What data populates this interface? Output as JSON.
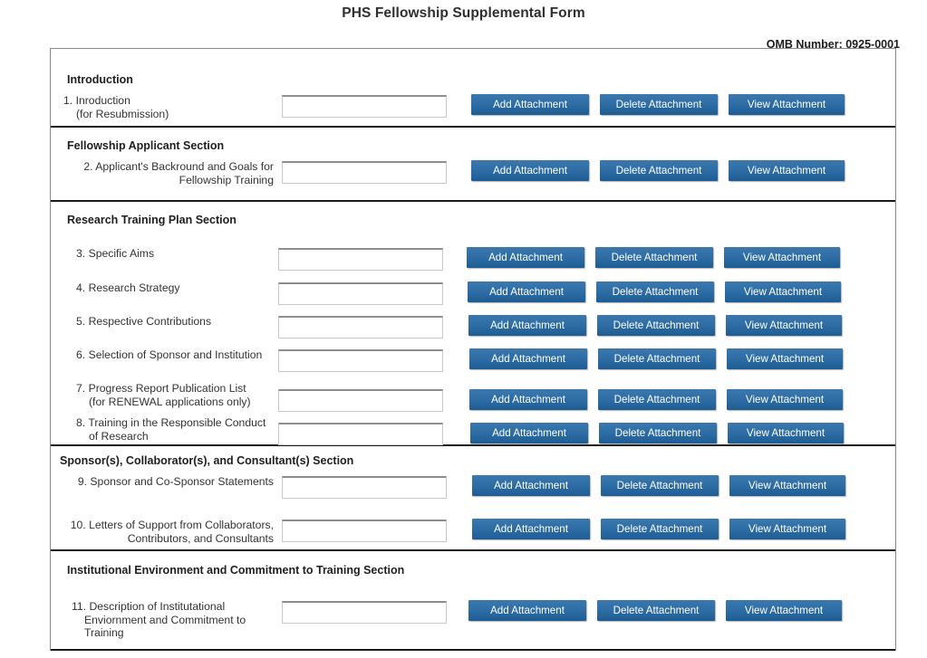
{
  "header": {
    "title": "PHS Fellowship Supplemental Form",
    "omb": "OMB Number: 0925-0001"
  },
  "buttons": {
    "add": "Add Attachment",
    "delete": "Delete Attachment",
    "view": "View Attachment"
  },
  "colors": {
    "button_top": "#3b78ad",
    "button_bottom": "#1d5d94",
    "button_text": "#ffffff",
    "divider": "#1a1a1a",
    "frame_border": "#8a8a8a",
    "field_border": "#c9c9c9",
    "field_border_top": "#8e8e8e",
    "text": "#333333"
  },
  "sections": [
    {
      "title": "Introduction",
      "rows": [
        {
          "number": "1.",
          "line1": "Inroduction",
          "line2": "(for Resubmission)",
          "line3": "",
          "field_value": ""
        }
      ]
    },
    {
      "title": "Fellowship Applicant Section",
      "rows": [
        {
          "number": "2.",
          "line1": "Applicant's Backround and Goals for",
          "line2": "Fellowship Training",
          "line3": "",
          "field_value": ""
        }
      ]
    },
    {
      "title": "Research Training Plan Section",
      "rows": [
        {
          "number": "3.",
          "line1": "Specific Aims",
          "line2": "",
          "line3": "",
          "field_value": ""
        },
        {
          "number": "4.",
          "line1": "Research Strategy",
          "line2": "",
          "line3": "",
          "field_value": ""
        },
        {
          "number": "5.",
          "line1": "Respective Contributions",
          "line2": "",
          "line3": "",
          "field_value": ""
        },
        {
          "number": "6.",
          "line1": "Selection of Sponsor and Institution",
          "line2": "",
          "line3": "",
          "field_value": ""
        },
        {
          "number": "7.",
          "line1": "Progress Report Publication List",
          "line2": "(for RENEWAL applications only)",
          "line3": "",
          "field_value": ""
        },
        {
          "number": "8.",
          "line1": "Training in the Responsible Conduct",
          "line2": "of Research",
          "line3": "",
          "field_value": ""
        }
      ]
    },
    {
      "title": "Sponsor(s), Collaborator(s), and Consultant(s) Section",
      "rows": [
        {
          "number": "9.",
          "line1": "Sponsor and Co-Sponsor Statements",
          "line2": "",
          "line3": "",
          "field_value": ""
        },
        {
          "number": "10.",
          "line1": "Letters of Support from Collaborators,",
          "line2": "Contributors, and Consultants",
          "line3": "",
          "field_value": ""
        }
      ]
    },
    {
      "title": "Institutional Environment and Commitment to Training Section",
      "rows": [
        {
          "number": "11.",
          "line1": "Description of Institutational",
          "line2": "Enviornment and Commitment to",
          "line3": "Training",
          "field_value": ""
        }
      ]
    }
  ]
}
